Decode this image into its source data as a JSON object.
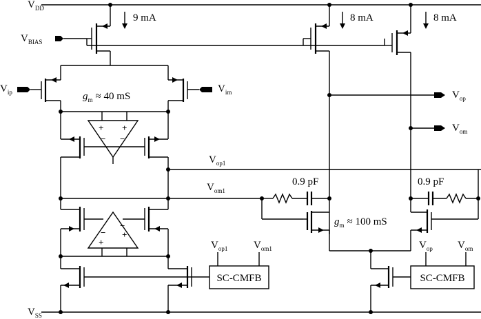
{
  "supply": {
    "vdd_main": "V",
    "vdd_sub": "DD",
    "vss_main": "V",
    "vss_sub": "SS"
  },
  "bias": {
    "main": "V",
    "sub": "BIAS"
  },
  "inputs": {
    "vip_main": "V",
    "vip_sub": "ip",
    "vim_main": "V",
    "vim_sub": "im"
  },
  "outputs": {
    "vop_main": "V",
    "vop_sub": "op",
    "vom_main": "V",
    "vom_sub": "om"
  },
  "currents": {
    "first_stage": "9 mA",
    "second_stage_left": "8 mA",
    "second_stage_right": "8 mA"
  },
  "gm_first": {
    "main": "g",
    "sub": "m",
    "value": "≈ 40 mS"
  },
  "gm_second": {
    "main": "g",
    "sub": "m",
    "value": "≈ 100 mS"
  },
  "internal_nodes": {
    "vop1_main": "V",
    "vop1_sub": "op1",
    "vom1_main": "V",
    "vom1_sub": "om1"
  },
  "compensation": {
    "cap_left": "0.9 pF",
    "cap_right": "0.9 pF"
  },
  "cmfb_left": {
    "label": "SC-CMFB",
    "in1_main": "V",
    "in1_sub": "op1",
    "in2_main": "V",
    "in2_sub": "om1"
  },
  "cmfb_right": {
    "label": "SC-CMFB",
    "in1_main": "V",
    "in1_sub": "op",
    "in2_main": "V",
    "in2_sub": "om"
  },
  "opamp_symbols": {
    "plus": "+",
    "minus": "−"
  }
}
